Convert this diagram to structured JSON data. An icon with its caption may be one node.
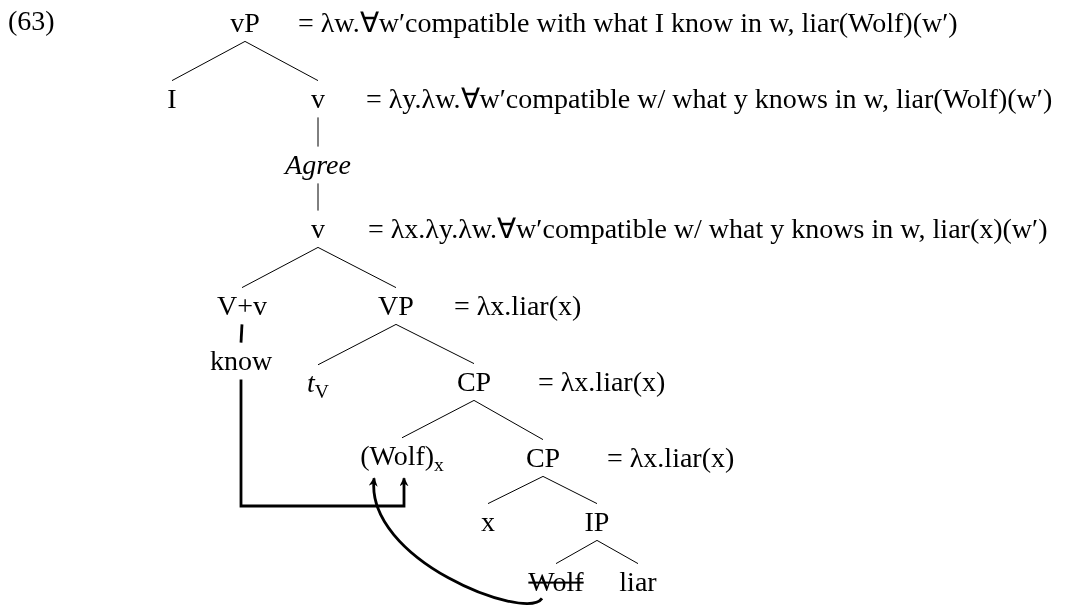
{
  "diagram": {
    "nodes": [
      {
        "text": [
          "vP"
        ],
        "beside": [
          "= λw.∀w′compatible with what I know in w, liar(Wolf)(w′)"
        ]
      },
      {
        "text": [
          "I"
        ]
      },
      {
        "text": [
          "v"
        ],
        "beside": [
          "= λy.λw.∀w′compatible w/ what y knows in w, liar(Wolf)(w′)"
        ]
      },
      {
        "text": [
          "Agree"
        ]
      },
      {
        "text": [
          "v"
        ],
        "beside": [
          "= λx.λy.λw.∀w′compatible w/ what y knows in w, liar(x)(w′)"
        ]
      },
      {
        "text": [
          "V+v"
        ]
      },
      {
        "text": [
          "VP"
        ],
        "beside": [
          "= λx.liar(x)"
        ]
      },
      {
        "text": [
          "know"
        ]
      },
      {
        "text": [
          "*t*$_{V}$"
        ]
      },
      {
        "text": [
          "CP"
        ],
        "beside": [
          "= λx.liar(x)"
        ]
      },
      {
        "text": [
          "(Wolf)$_{x}$"
        ]
      },
      {
        "text": [
          "CP"
        ],
        "beside": [
          "= λx.liar(x)"
        ]
      },
      {
        "text": [
          "x"
        ]
      },
      {
        "text": [
          "IP"
        ]
      },
      {
        "text": [
          "Wolf"
        ]
      },
      {
        "text": [
          "liar"
        ]
      }
    ],
    "edges": [
      {
        "from": 0,
        "to": 1,
        "arrow": "none"
      },
      {
        "from": 0,
        "to": 2,
        "arrow": "none"
      },
      {
        "from": 2,
        "to": 3,
        "arrow": "none"
      },
      {
        "from": 3,
        "to": 4,
        "arrow": "none"
      },
      {
        "from": 4,
        "to": 5,
        "arrow": "none"
      },
      {
        "from": 4,
        "to": 6,
        "arrow": "none"
      },
      {
        "from": 5,
        "to": 7,
        "arrow": "none",
        "style": "thick"
      },
      {
        "from": 6,
        "to": 8,
        "arrow": "none"
      },
      {
        "from": 6,
        "to": 9,
        "arrow": "none"
      },
      {
        "from": 9,
        "to": 10,
        "arrow": "none"
      },
      {
        "from": 9,
        "to": 11,
        "arrow": "none"
      },
      {
        "from": 11,
        "to": 12,
        "arrow": "none"
      },
      {
        "from": 11,
        "to": 13,
        "arrow": "none"
      },
      {
        "from": 13,
        "to": 14,
        "arrow": "none"
      },
      {
        "from": 13,
        "to": 15,
        "arrow": "none"
      },
      {
        "from": 7,
        "to": 10,
        "arrow": "to",
        "style": "thick"
      },
      {
        "from": 14,
        "to": 10,
        "arrow": "to",
        "style": "thick"
      }
    ],
    "labels": [
      "(63)"
    ]
  }
}
